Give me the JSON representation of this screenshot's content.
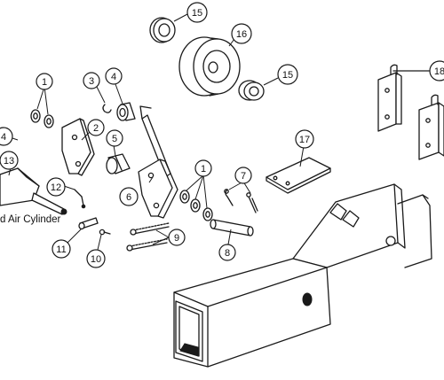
{
  "callouts": [
    {
      "num": "15"
    },
    {
      "num": "16"
    },
    {
      "num": "15"
    },
    {
      "num": "18"
    },
    {
      "num": "1"
    },
    {
      "num": "3"
    },
    {
      "num": "4"
    },
    {
      "num": "2"
    },
    {
      "num": "5"
    },
    {
      "num": "4"
    },
    {
      "num": "13"
    },
    {
      "num": "12"
    },
    {
      "num": "6"
    },
    {
      "num": "1"
    },
    {
      "num": "7"
    },
    {
      "num": "17"
    },
    {
      "num": "9"
    },
    {
      "num": "11"
    },
    {
      "num": "10"
    },
    {
      "num": "8"
    }
  ],
  "caption": "d Air Cylinder"
}
